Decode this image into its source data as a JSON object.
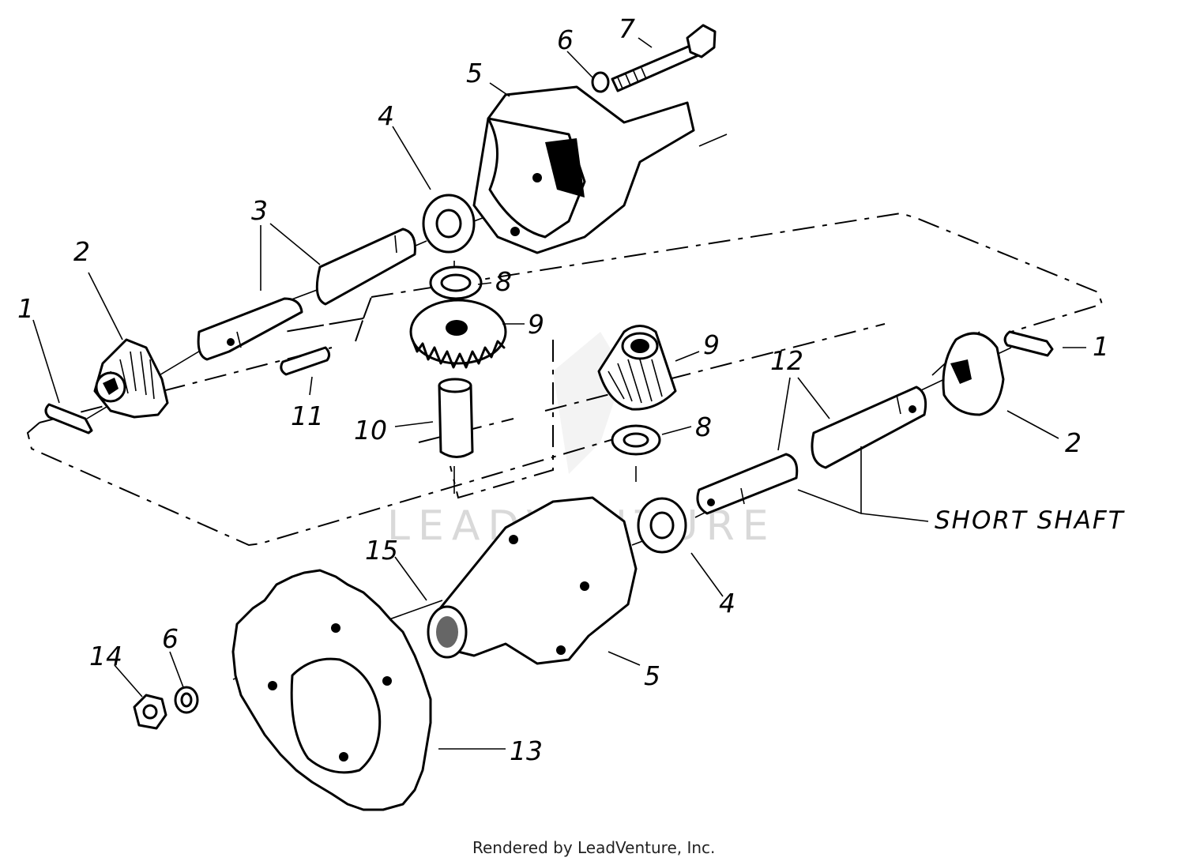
{
  "diagram": {
    "callouts": {
      "c1a": "1",
      "c1b": "1",
      "c2a": "2",
      "c2b": "2",
      "c3": "3",
      "c4a": "4",
      "c4b": "4",
      "c5a": "5",
      "c5b": "5",
      "c6a": "6",
      "c6b": "6",
      "c7": "7",
      "c8a": "8",
      "c8b": "8",
      "c9a": "9",
      "c9b": "9",
      "c10": "10",
      "c11": "11",
      "c12": "12",
      "c13": "13",
      "c14": "14",
      "c15": "15"
    },
    "short_shaft_label": "SHORT SHAFT",
    "watermark": "LEADVENTURE",
    "footer": "Rendered by LeadVenture, Inc."
  }
}
